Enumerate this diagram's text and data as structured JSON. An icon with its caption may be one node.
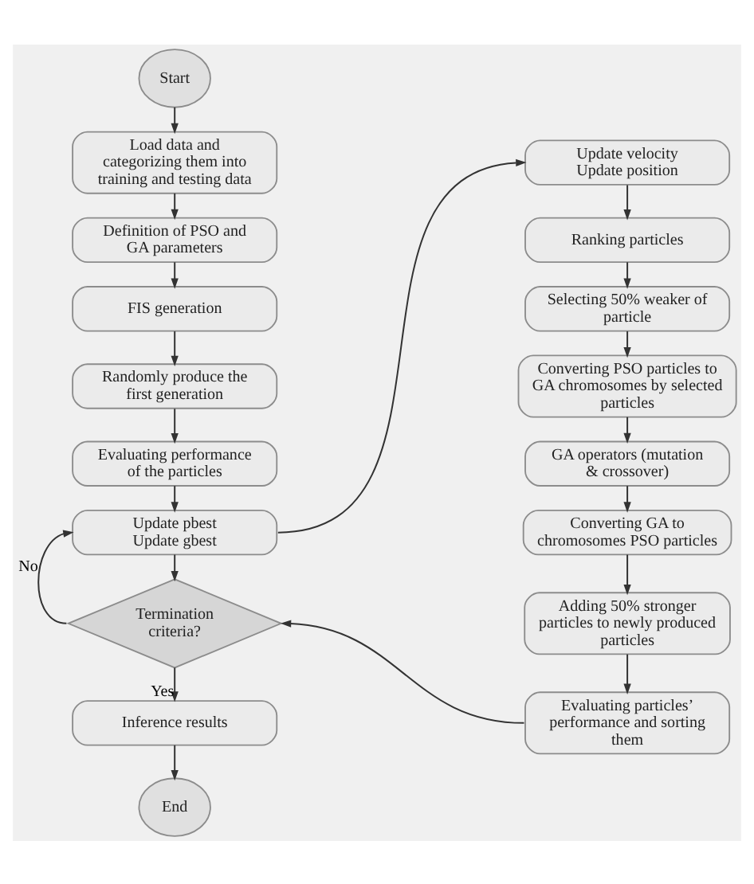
{
  "diagram": {
    "nodes": [
      {
        "text": [
          "Start"
        ]
      },
      {
        "text": [
          "Load data and categorizing them into training and testing data"
        ]
      },
      {
        "text": [
          "Definition of PSO and GA parameters"
        ]
      },
      {
        "text": [
          "FIS generation"
        ]
      },
      {
        "text": [
          "Randomly produce the first generation"
        ]
      },
      {
        "text": [
          "Evaluating performance of the particles"
        ]
      },
      {
        "text": [
          "Update pbest",
          "Update gbest"
        ]
      },
      {
        "text": [
          "Termination criteria?"
        ]
      },
      {
        "text": [
          "Inference results"
        ]
      },
      {
        "text": [
          "End"
        ]
      },
      {
        "text": [
          "Update velocity",
          "Update position"
        ]
      },
      {
        "text": [
          "Ranking particles"
        ]
      },
      {
        "text": [
          "Selecting 50% weaker of particle"
        ]
      },
      {
        "text": [
          "Converting PSO particles to GA chromosomes by selected particles"
        ]
      },
      {
        "text": [
          "GA operators (mutation & crossover)"
        ]
      },
      {
        "text": [
          "Converting GA to chromosomes PSO particles"
        ]
      },
      {
        "text": [
          "Adding 50% stronger particles to newly produced particles"
        ]
      },
      {
        "text": [
          "Evaluating particles’ performance and sorting them"
        ]
      }
    ],
    "edges": [
      {
        "from": 0,
        "to": 1,
        "arrow": "to"
      },
      {
        "from": 1,
        "to": 2,
        "arrow": "to"
      },
      {
        "from": 2,
        "to": 3,
        "arrow": "to"
      },
      {
        "from": 3,
        "to": 4,
        "arrow": "to"
      },
      {
        "from": 4,
        "to": 5,
        "arrow": "to"
      },
      {
        "from": 5,
        "to": 6,
        "arrow": "to"
      },
      {
        "from": 6,
        "to": 7,
        "arrow": "to"
      },
      {
        "from": 7,
        "to": 6,
        "arrow": "to",
        "label": "No"
      },
      {
        "from": 7,
        "to": 8,
        "arrow": "to",
        "label": "Yes"
      },
      {
        "from": 8,
        "to": 9,
        "arrow": "to"
      },
      {
        "from": 6,
        "to": 10,
        "arrow": "to"
      },
      {
        "from": 10,
        "to": 11,
        "arrow": "to"
      },
      {
        "from": 11,
        "to": 12,
        "arrow": "to"
      },
      {
        "from": 12,
        "to": 13,
        "arrow": "to"
      },
      {
        "from": 13,
        "to": 14,
        "arrow": "to"
      },
      {
        "from": 14,
        "to": 15,
        "arrow": "to"
      },
      {
        "from": 15,
        "to": 16,
        "arrow": "to"
      },
      {
        "from": 16,
        "to": 17,
        "arrow": "to"
      },
      {
        "from": 17,
        "to": 7,
        "arrow": "to"
      }
    ]
  }
}
